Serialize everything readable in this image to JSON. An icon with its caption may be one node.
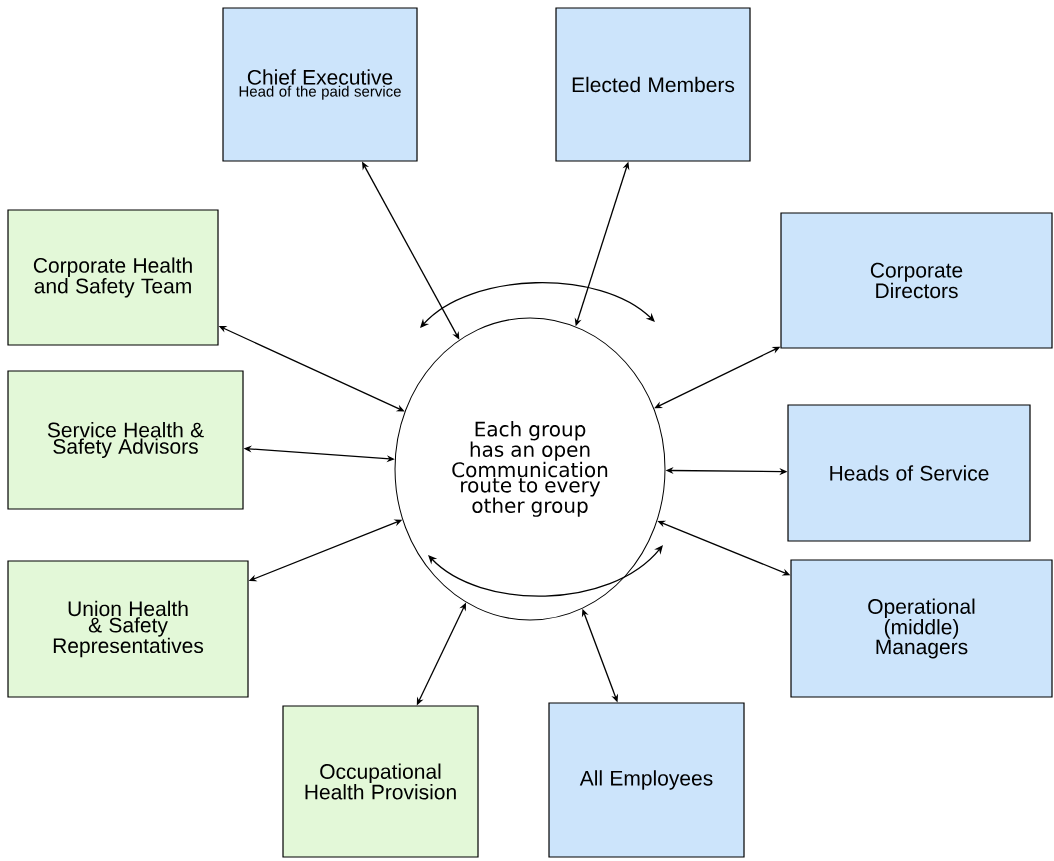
{
  "diagram": {
    "nodes": [
      {
        "text": [
          "Chief Executive",
          "Head of the paid service"
        ]
      },
      {
        "text": [
          "Elected Members"
        ]
      },
      {
        "text": [
          "Corporate Directors"
        ]
      },
      {
        "text": [
          "Heads of Service"
        ]
      },
      {
        "text": [
          "Operational (middle) Managers"
        ]
      },
      {
        "text": [
          "All Employees"
        ]
      },
      {
        "text": [
          "Occupational Health Provision"
        ]
      },
      {
        "text": [
          "Union Health & Safety Representatives"
        ]
      },
      {
        "text": [
          "Service Health & Safety Advisors"
        ]
      },
      {
        "text": [
          "Corporate Health and Safety Team"
        ]
      },
      {
        "text": [
          "Each group has an open Communication route to every other group"
        ]
      }
    ],
    "edges": [
      {
        "from": 10,
        "to": 0,
        "arrow": "both"
      },
      {
        "from": 10,
        "to": 1,
        "arrow": "both"
      },
      {
        "from": 10,
        "to": 2,
        "arrow": "both"
      },
      {
        "from": 10,
        "to": 3,
        "arrow": "both"
      },
      {
        "from": 10,
        "to": 4,
        "arrow": "both"
      },
      {
        "from": 10,
        "to": 5,
        "arrow": "both"
      },
      {
        "from": 10,
        "to": 6,
        "arrow": "both"
      },
      {
        "from": 10,
        "to": 7,
        "arrow": "both"
      },
      {
        "from": 10,
        "to": 8,
        "arrow": "both"
      },
      {
        "from": 10,
        "to": 9,
        "arrow": "both"
      }
    ]
  }
}
